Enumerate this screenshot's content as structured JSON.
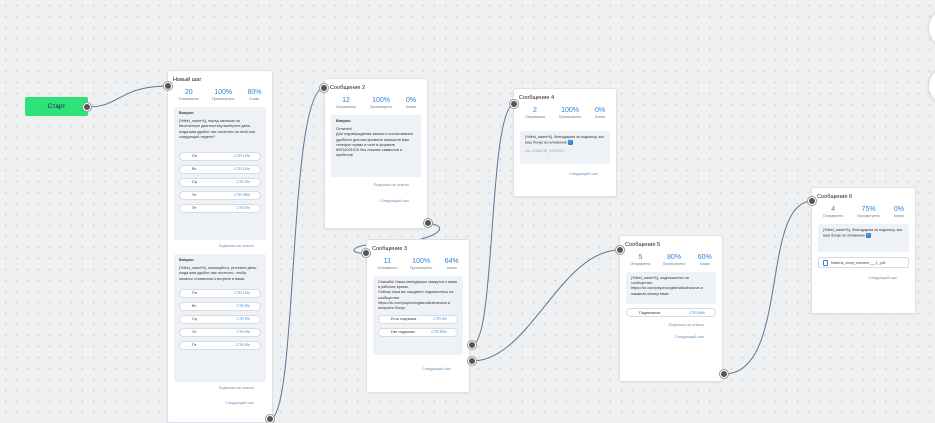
{
  "start": {
    "label": "Старт"
  },
  "links": {
    "no_answer": "Подписка на ответы",
    "next_step": "Следующий шаг"
  },
  "stat_labels": {
    "sent": "Отправлено",
    "viewed": "Просмотрено",
    "clicks": "Клики"
  },
  "step1": {
    "title": "Новый шаг",
    "stats": {
      "sent": "20",
      "viewed": "100%",
      "clicks": "80%"
    },
    "q1": {
      "title": "Вопрос:",
      "text": "{%first_name%}, перед записью на бесплатную диагностику выберите день, когда вам удобно нас посетить на этой или следующей неделе?",
      "buttons": [
        {
          "label": "Пн",
          "ctr": "CTR 10%"
        },
        {
          "label": "Вт",
          "ctr": "CTR 10%"
        },
        {
          "label": "Ср",
          "ctr": "CTR 5%"
        },
        {
          "label": "Чт",
          "ctr": "CTR 35%"
        },
        {
          "label": "Пт",
          "ctr": "CTR 5%"
        }
      ]
    },
    "q2": {
      "title": "Вопрос:",
      "text": "{%first_name%}, пожалуйста, уточните день, когда вам удобно нас посетить, чтобы началог готовились к встрече в вами.",
      "buttons": [
        {
          "label": "Пн",
          "ctr": "CTR 10%"
        },
        {
          "label": "Вт",
          "ctr": "CTR 5%"
        },
        {
          "label": "Ср",
          "ctr": "CTR 5%"
        },
        {
          "label": "Чт",
          "ctr": "CTR 0%"
        },
        {
          "label": "Пт",
          "ctr": "CTR 5%"
        }
      ]
    }
  },
  "msg2": {
    "title": "Сообщение 2",
    "stats": {
      "sent": "12",
      "viewed": "100%",
      "clicks": "0%"
    },
    "question_title": "Вопрос:",
    "text": "Отлично!\nДля подтверждения записи и согласования удобного для вас времени напишите ваш\nтелефон прямо в чате в формате 89031001010 без лишних символов и пробелов"
  },
  "msg3": {
    "title": "Сообщение 3",
    "stats": {
      "sent": "11",
      "viewed": "100%",
      "clicks": "64%"
    },
    "text": "Спасибо! Наши менеджеры свяжутся с вами в рабочее время.\nСейчас пока вы ожидаете подпишитесь на сообщество\nhttps://vk.com/psychologistmaliukhanova и получите бонус",
    "buttons": [
      {
        "label": "Есть подписка",
        "ctr": "CTR 9%"
      },
      {
        "label": "Нет подписки",
        "ctr": "CTR 55%"
      }
    ]
  },
  "msg4": {
    "title": "Сообщение 4",
    "stats": {
      "sent": "2",
      "viewed": "100%",
      "clicks": "0%"
    },
    "text": "{%first_name%}, благодарим за подписку, вот ваш бонус во вложении",
    "meta": "doc-123456789_000000001"
  },
  "msg5": {
    "title": "Сообщение 5",
    "stats": {
      "sent": "5",
      "viewed": "80%",
      "clicks": "60%"
    },
    "text": "{%first_name%}, подпишитесь на сообщество\nhttps://vk.com/psychologistmaliukhanova и нажмите кнопку ниже",
    "buttons": [
      {
        "label": "Подписался",
        "ctr": "CTR 60%"
      }
    ]
  },
  "msg6": {
    "title": "Сообщение 6",
    "stats": {
      "sent": "4",
      "viewed": "75%",
      "clicks": "0%"
    },
    "text": "{%first_name%}, благодарим за подписку, вот ваш бонус во вложении",
    "file": "Katteria_creep_bonders___1_.pdf"
  },
  "colors": {
    "accent": "#2f86d7",
    "start": "#2ee27a",
    "link_line": "#5a7794"
  }
}
